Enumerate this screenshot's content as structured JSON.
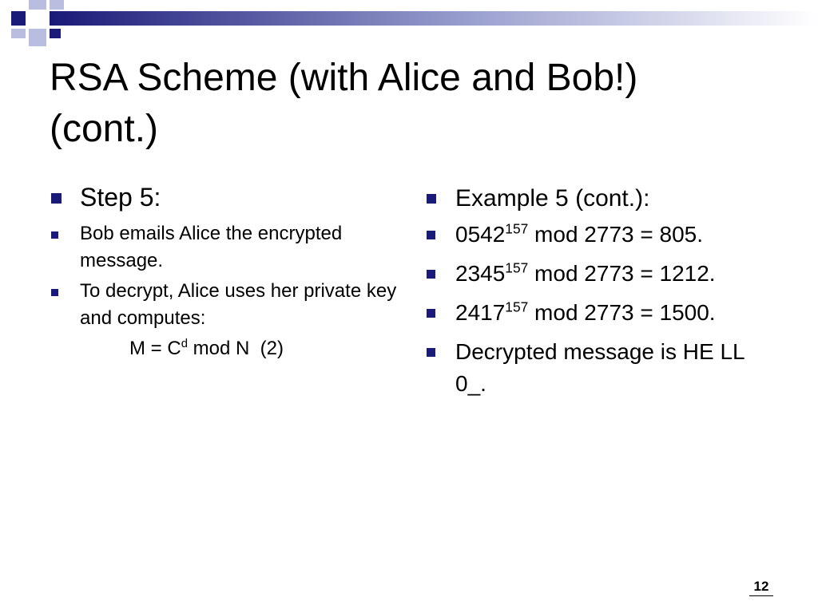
{
  "slide": {
    "title_line1": "RSA Scheme (with Alice and Bob!)",
    "title_line2": "(cont.)",
    "page_number": "12"
  },
  "colors": {
    "accent_dark": "#1a1a78",
    "accent_light": "#b9bddf"
  },
  "left": {
    "heading": "Step 5:",
    "items": [
      "Bob emails Alice the encrypted message.",
      "To decrypt, Alice uses her private key and computes:"
    ],
    "formula": {
      "lhs": "M = C",
      "sup": "d",
      "rhs": " mod N  (2)"
    }
  },
  "right": {
    "heading": "Example 5 (cont.):",
    "items": [
      {
        "base": "0542",
        "sup": "157",
        "rest": " mod 2773 = 805."
      },
      {
        "base": "2345",
        "sup": "157",
        "rest": " mod 2773 = 1212."
      },
      {
        "base": "2417",
        "sup": "157",
        "rest": " mod 2773 = 1500."
      }
    ],
    "conclusion": "Decrypted message is HE LL 0_."
  }
}
